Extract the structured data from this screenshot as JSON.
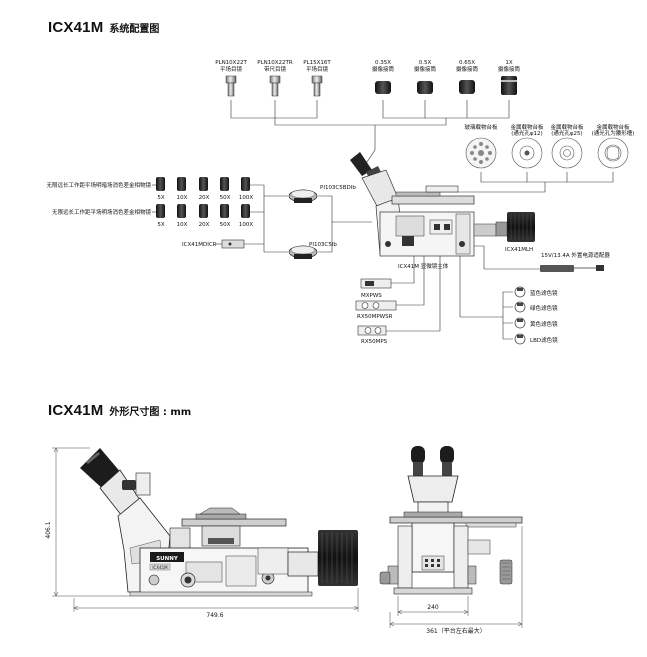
{
  "section1": {
    "model": "ICX41M",
    "subtitle": "系统配置图"
  },
  "section2": {
    "model": "ICX41M",
    "subtitle": "外形尺寸图 : mm"
  },
  "eyepieces": [
    {
      "name": "PLN10X22T",
      "desc": "平场目镜"
    },
    {
      "name": "PLN10X22TR",
      "desc": "带尺目镜"
    },
    {
      "name": "PL15X16T",
      "desc": "平场目镜"
    }
  ],
  "adapters": [
    {
      "name": "0.35X",
      "desc": "摄像接筒"
    },
    {
      "name": "0.5X",
      "desc": "摄像接筒"
    },
    {
      "name": "0.65X",
      "desc": "摄像接筒"
    },
    {
      "name": "1X",
      "desc": "摄像接筒"
    }
  ],
  "stage_plates": [
    {
      "line1": "玻璃载物台板",
      "line2": ""
    },
    {
      "line1": "金属载物台板",
      "line2": "(通光孔φ12)"
    },
    {
      "line1": "金属载物台板",
      "line2": "(通光孔φ25)"
    },
    {
      "line1": "金属载物台板",
      "line2": "(通光孔为腰形槽)"
    }
  ],
  "objective_rows": [
    {
      "label": "无限远长工作距平场明暗场消色差金相物镜",
      "mags": [
        "5X",
        "10X",
        "20X",
        "50X",
        "100X"
      ]
    },
    {
      "label": "无限远长工作距平场明场消色差金相物镜",
      "mags": [
        "5X",
        "10X",
        "20X",
        "50X",
        "100X"
      ]
    }
  ],
  "parts": {
    "dic": "ICX41MDICR",
    "nosepiece_bd": "PI103C5BDIb",
    "nosepiece_b": "PI103C5Ib",
    "lamp": "ICX41MLH",
    "power": "15V/13.4A 外置电源适配器",
    "body": "ICX41M 显微镜主体",
    "mxpws": "MXPWS",
    "rx50mpwsr": "RX50MPWSR",
    "rx50mps": "RX50MPS",
    "brand": "SUNNY",
    "panel": "ICX41M"
  },
  "filters": [
    {
      "label": "蓝色滤色镜"
    },
    {
      "label": "绿色滤色镜"
    },
    {
      "label": "黄色滤色镜"
    },
    {
      "label": "LBD滤色镜"
    }
  ],
  "dimensions": {
    "height": "406.1",
    "length": "749.6",
    "width": "240",
    "stage_width": "361（平台左右最大）"
  },
  "colors": {
    "line": "#333333",
    "dark": "#1a1a1a",
    "mid": "#8a8a8a",
    "light": "#d9d9d9",
    "bg": "#ffffff"
  }
}
